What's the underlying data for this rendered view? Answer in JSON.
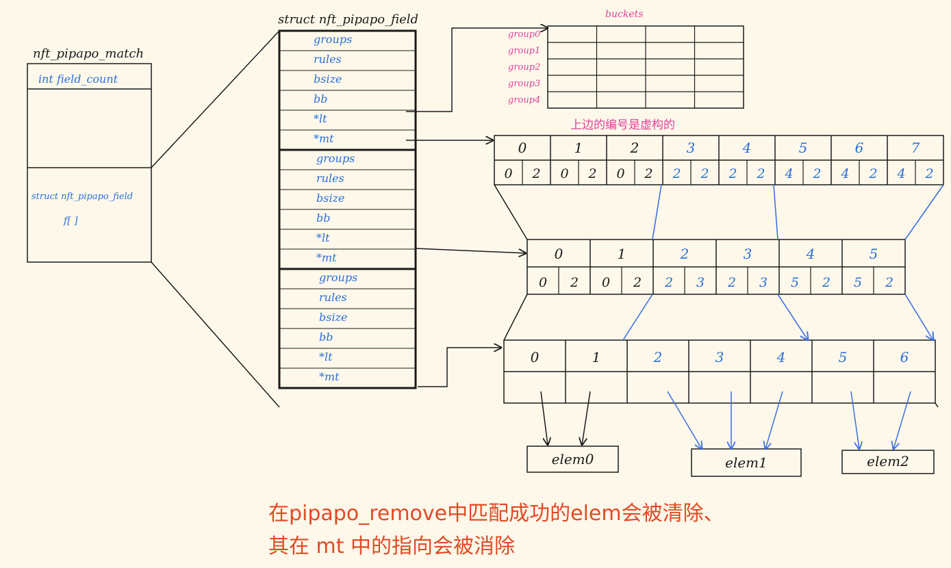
{
  "match": {
    "title": "nft_pipapo_match",
    "field_count": "int  field_count",
    "field_array_line1": "struct nft_pipapo_field",
    "field_array_line2": "f[ ]"
  },
  "field_struct": {
    "title": "struct  nft_pipapo_field",
    "members": [
      "groups",
      "rules",
      "bsize",
      "bb",
      "*lt",
      "*mt"
    ]
  },
  "buckets": {
    "title": "buckets",
    "rows": [
      "group0",
      "group1",
      "group2",
      "group3",
      "group4"
    ]
  },
  "note_top": "上边的编号是虚构的",
  "mt_table_1": {
    "indices": [
      "0",
      "1",
      "2",
      "3",
      "4",
      "5",
      "6",
      "7"
    ],
    "pairs": [
      [
        "0",
        "2"
      ],
      [
        "0",
        "2"
      ],
      [
        "0",
        "2"
      ],
      [
        "2",
        "2"
      ],
      [
        "2",
        "2"
      ],
      [
        "4",
        "2"
      ],
      [
        "4",
        "2"
      ],
      [
        "4",
        "2"
      ]
    ]
  },
  "mt_table_2": {
    "indices": [
      "0",
      "1",
      "2",
      "3",
      "4",
      "5"
    ],
    "pairs": [
      [
        "0",
        "2"
      ],
      [
        "0",
        "2"
      ],
      [
        "2",
        "3"
      ],
      [
        "2",
        "3"
      ],
      [
        "5",
        "2"
      ],
      [
        "5",
        "2"
      ]
    ]
  },
  "mt_table_3": {
    "indices": [
      "0",
      "1",
      "2",
      "3",
      "4",
      "5",
      "6"
    ]
  },
  "elems": [
    "elem0",
    "elem1",
    "elem2"
  ],
  "note_bottom": {
    "line1": "在pipapo_remove中匹配成功的elem会被清除、",
    "line2": "其在 mt 中的指向会被消除"
  },
  "colors": {
    "handwriting_blue": "#2a6fd6",
    "ink": "#1a1a1a",
    "pink": "#e0409a",
    "red": "#e14a24"
  }
}
